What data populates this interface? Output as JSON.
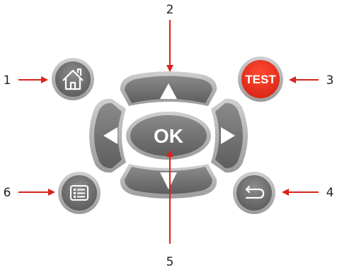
{
  "callouts": [
    {
      "id": "1",
      "label": "1"
    },
    {
      "id": "2",
      "label": "2"
    },
    {
      "id": "3",
      "label": "3"
    },
    {
      "id": "4",
      "label": "4"
    },
    {
      "id": "5",
      "label": "5"
    },
    {
      "id": "6",
      "label": "6"
    }
  ],
  "buttons": {
    "home": {
      "icon": "home-icon"
    },
    "test": {
      "label": "TEST"
    },
    "ok": {
      "label": "OK"
    },
    "menu": {
      "icon": "list-menu-icon"
    },
    "back": {
      "icon": "return-arrow-icon"
    },
    "up": {
      "icon": "triangle-up-icon"
    },
    "down": {
      "icon": "triangle-down-icon"
    },
    "left": {
      "icon": "triangle-left-icon"
    },
    "right": {
      "icon": "triangle-right-icon"
    }
  },
  "colors": {
    "button_gray": "#6f6f6f",
    "button_rim": "#b5b5b5",
    "test_red": "#e8321e",
    "arrow_red": "#d9231c"
  }
}
